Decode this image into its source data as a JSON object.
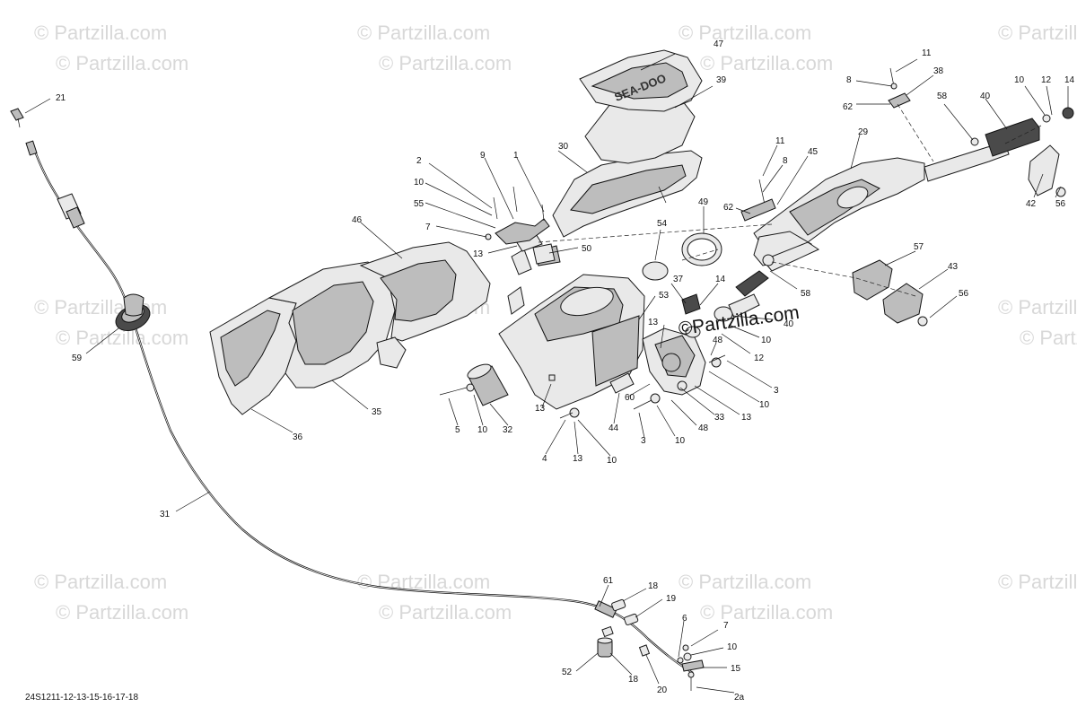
{
  "watermark": {
    "text": "© Partzilla.com",
    "center_text": "©Partzilla.com"
  },
  "diagram_code": "24S1211-12-13-15-16-17-18",
  "parts": {
    "p47": "47",
    "p39": "39",
    "p11a": "11",
    "p38": "38",
    "p8a": "8",
    "p62a": "62",
    "p10a": "10",
    "p12a": "12",
    "p14a": "14",
    "p58a": "58",
    "p40a": "40",
    "p29": "29",
    "p42": "42",
    "p56a": "56",
    "p21": "21",
    "p2": "2",
    "p9": "9",
    "p1": "1",
    "p30": "30",
    "p10b": "10",
    "p55": "55",
    "p7a": "7",
    "p13a": "13",
    "p50": "50",
    "p11b": "11",
    "p8b": "8",
    "p45": "45",
    "p62b": "62",
    "p46": "46",
    "p54": "54",
    "p49": "49",
    "p57": "57",
    "p43": "43",
    "p56b": "56",
    "p58b": "58",
    "p37": "37",
    "p14b": "14",
    "p53": "53",
    "p40b": "40",
    "p10c": "10",
    "p13b": "13",
    "p48a": "48",
    "p12b": "12",
    "p59": "59",
    "p35": "35",
    "p36": "36",
    "p3a": "3",
    "p10d": "10",
    "p13c": "13",
    "p33": "33",
    "p48b": "48",
    "p60": "60",
    "p3b": "3",
    "p10e": "10",
    "p13d": "13",
    "p44": "44",
    "p5": "5",
    "p10f": "10",
    "p32": "32",
    "p4": "4",
    "p13e": "13",
    "p10g": "10",
    "p31": "31",
    "p61": "61",
    "p18a": "18",
    "p19": "19",
    "p6": "6",
    "p7b": "7",
    "p10h": "10",
    "p15": "15",
    "p52": "52",
    "p18b": "18",
    "p20": "20",
    "p2a": "2a"
  },
  "brand_lettering": "SEA-DOO"
}
